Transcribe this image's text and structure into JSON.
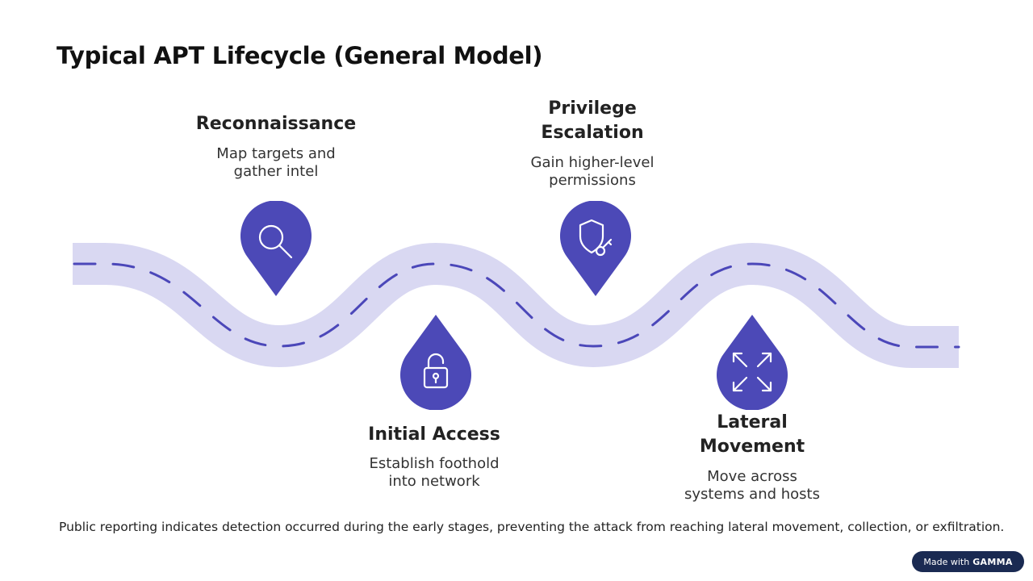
{
  "title": "Typical APT Lifecycle (General Model)",
  "colors": {
    "road": "#d9d8f2",
    "dash": "#4b47b9",
    "pin": "#4c49b7",
    "icon": "#ffffff"
  },
  "stages": [
    {
      "title": "Reconnaissance",
      "desc_lines": [
        "Map targets and",
        "gather intel"
      ],
      "icon": "search-icon"
    },
    {
      "title_lines": [
        "Privilege",
        "Escalation"
      ],
      "desc_lines": [
        "Gain higher-level",
        "permissions"
      ],
      "icon": "shield-key-icon"
    },
    {
      "title": "Initial Access",
      "desc_lines": [
        "Establish foothold",
        "into network"
      ],
      "icon": "unlock-icon"
    },
    {
      "title_lines": [
        "Lateral",
        "Movement"
      ],
      "desc_lines": [
        "Move across",
        "systems and hosts"
      ],
      "icon": "expand-arrows-icon"
    }
  ],
  "footnote": "Public reporting indicates detection occurred during the early stages, preventing the attack from reaching lateral movement, collection, or exfiltration.",
  "badge": {
    "prefix": "Made with",
    "brand": "GAMMA"
  }
}
